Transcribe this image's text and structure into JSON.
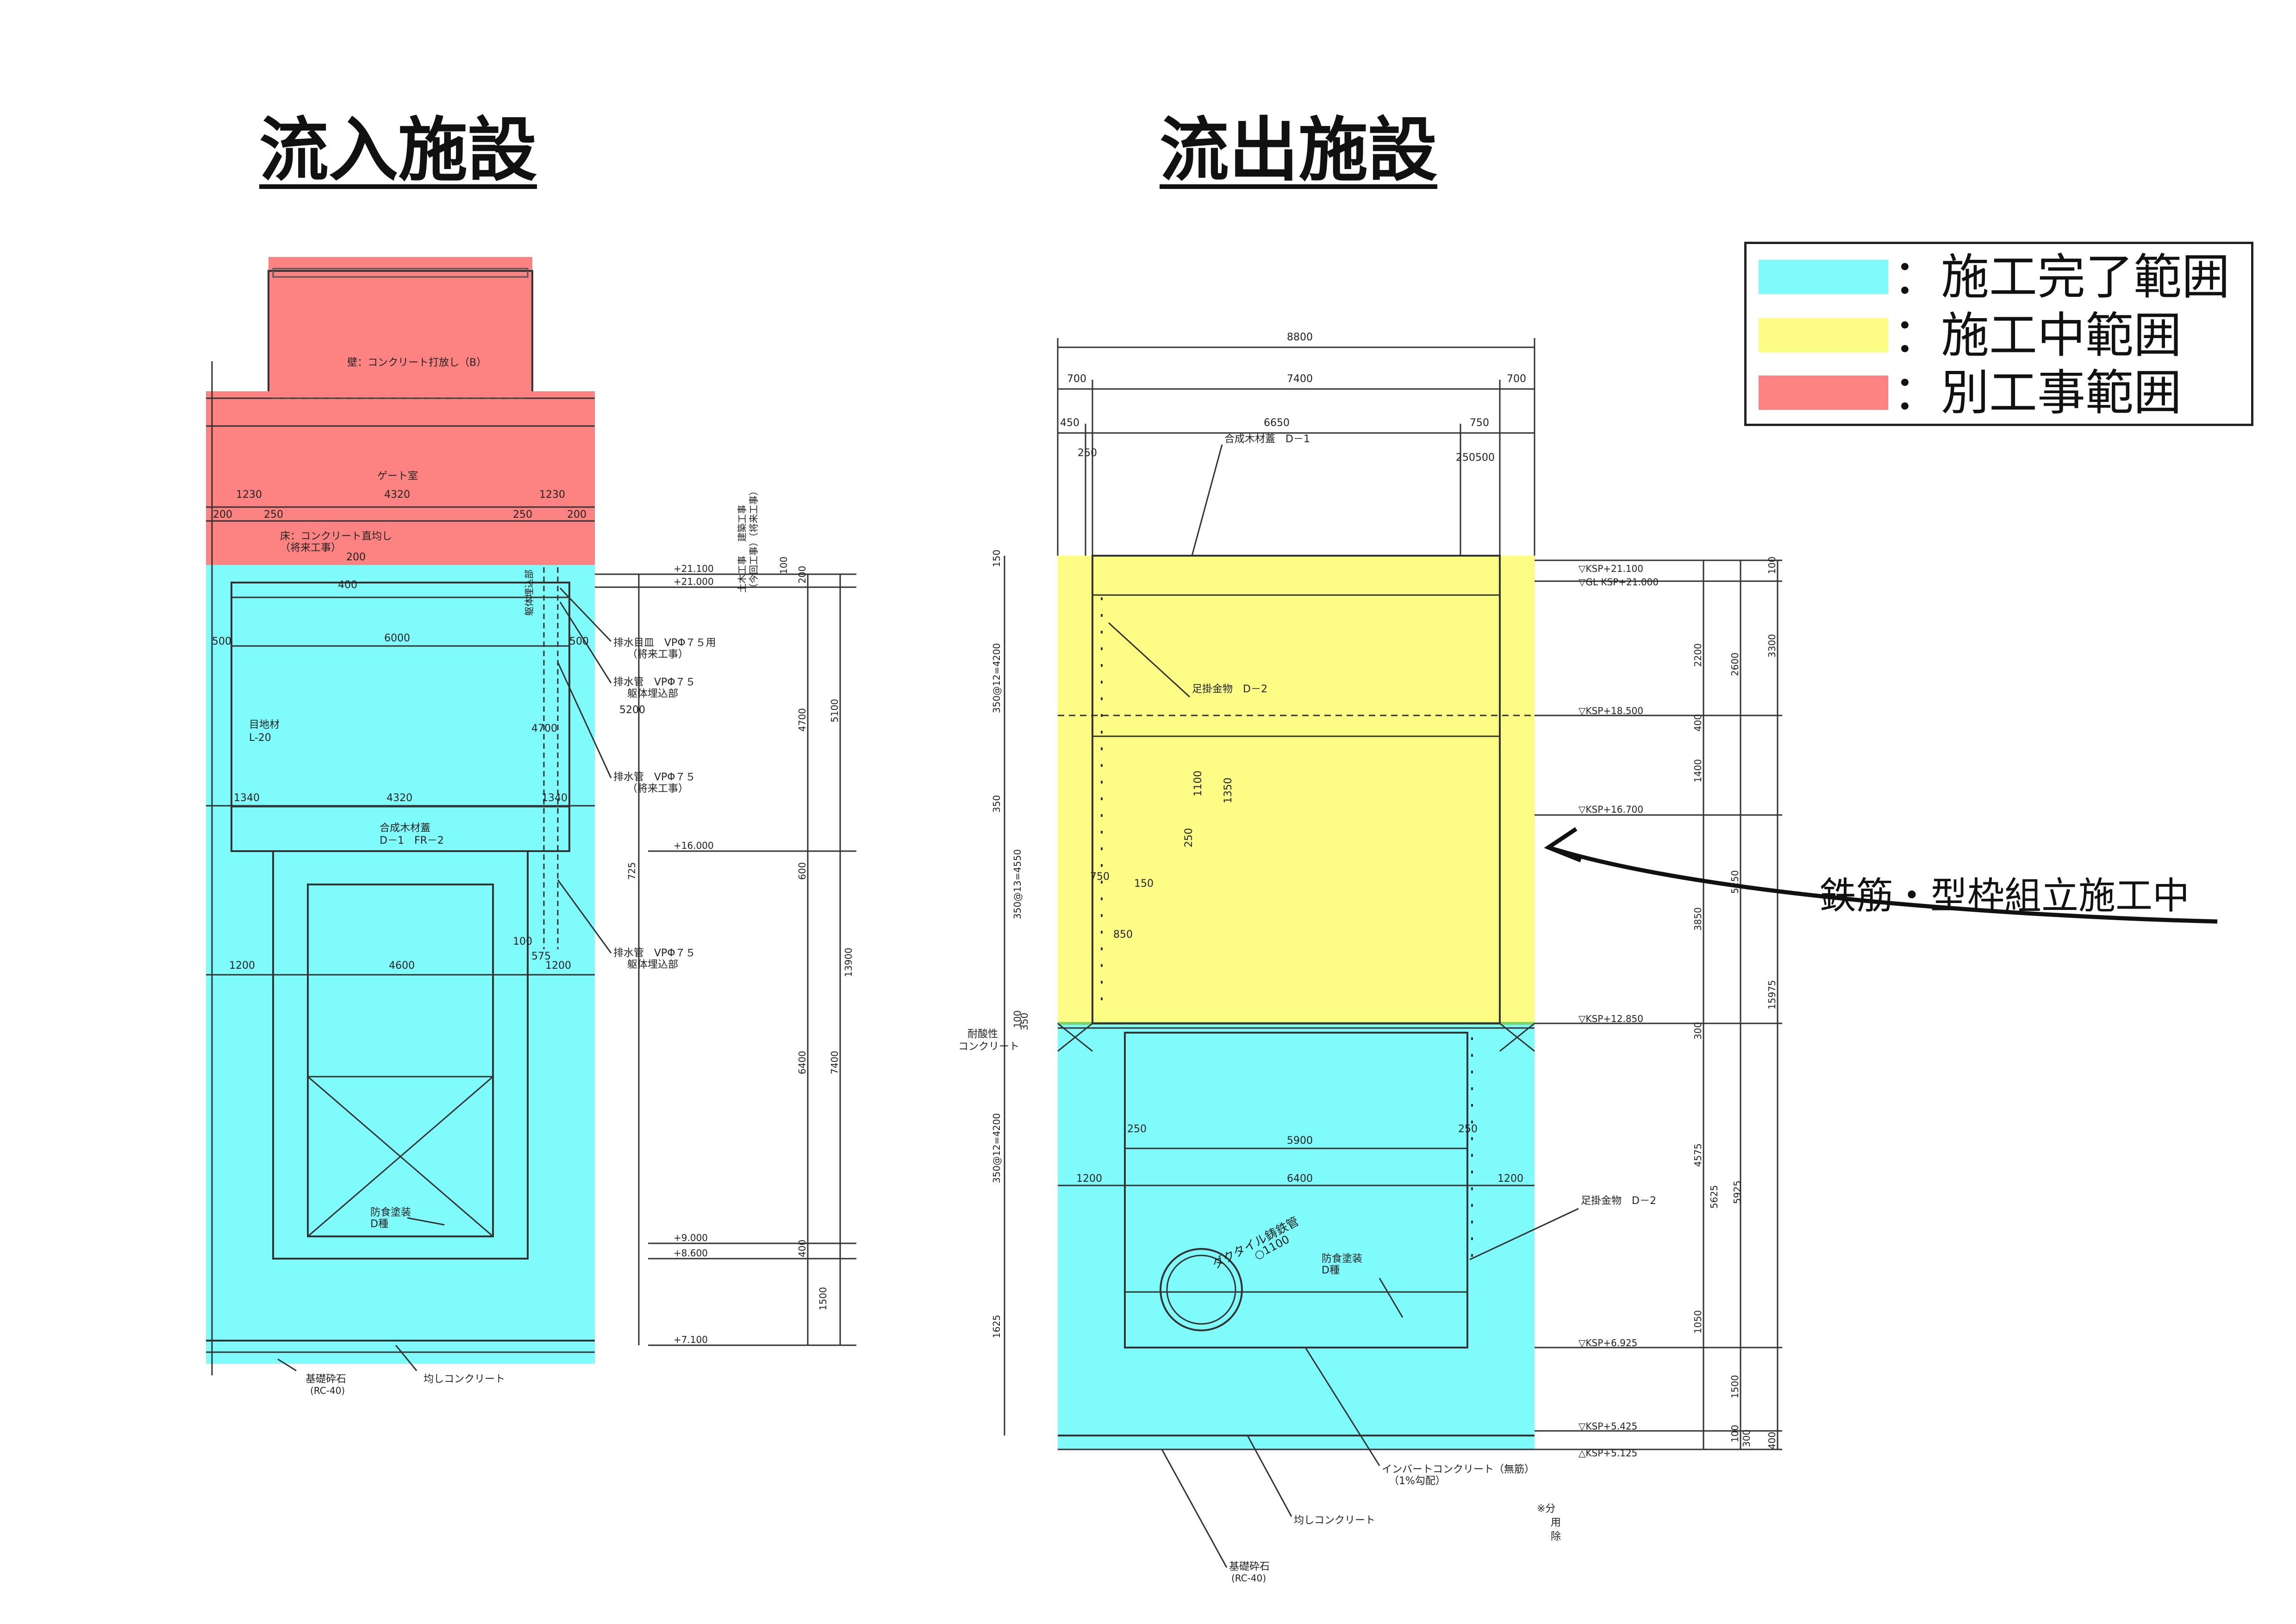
{
  "titles": {
    "inflow": "流入施設",
    "outflow": "流出施設"
  },
  "legend": [
    {
      "label": "：施工完了範囲",
      "color": "#7ffbfb"
    },
    {
      "label": "：施工中範囲",
      "color": "#fdfd85"
    },
    {
      "label": "：別工事範囲",
      "color": "#fd8383"
    }
  ],
  "callout": "鉄筋・型枠組立施工中",
  "inflow": {
    "wall_note": "壁：コンクリート打放し（B）",
    "gate_room": "ゲート室",
    "dims_top": [
      "1230",
      "4320",
      "1230"
    ],
    "dims_top2": [
      "200",
      "250",
      "250",
      "200"
    ],
    "floor_note": "床：コンクリート直均し",
    "future_work": "（将来工事）",
    "dim_6000": "6000",
    "dim_500a": "500",
    "dim_500b": "500",
    "dim_400": "400",
    "dim_200": "200",
    "dim_4700": "4700",
    "dim_5200": "5200",
    "dim_1340a": "1340",
    "dim_4320": "4320",
    "dim_1340b": "1340",
    "joint_mat": "目地材",
    "joint_mat2": "L-20",
    "lid_note": "合成木材蓋",
    "lid_code": "D－1　FR－2",
    "dim_1200a": "1200",
    "dim_4600": "4600",
    "dim_1200b": "1200",
    "dim_100": "100",
    "dim_575": "575",
    "coating": "防食塗装",
    "coating2": "D種",
    "base_stone": "基礎砕石",
    "base_stone2": "(RC-40)",
    "leveling": "均しコンクリート",
    "drain_lid": "排水目皿　VPΦ７５用",
    "drain_lid2": "（将来工事）",
    "drain_pipe1": "排水管　VPΦ７５",
    "drain_pipe1b": "躯体埋込部",
    "drain_pipe2": "排水管　VPΦ７５",
    "drain_pipe2b": "（将来工事）",
    "drain_pipe3": "排水管　VPΦ７５",
    "drain_pipe3b": "躯体埋込部",
    "embed": "躯体埋込部",
    "civil_note": "土木工事",
    "civil_note2": "（今回工事）",
    "build_note": "建築工事",
    "build_note2": "（将来工事）",
    "levels": [
      "+21.100",
      "+21.000",
      "+16.000",
      "+9.000",
      "+8.600",
      "+7.100"
    ],
    "vdims": [
      "100",
      "200",
      "4700",
      "5100",
      "600",
      "725",
      "13900",
      "6400",
      "7400",
      "400",
      "1500"
    ]
  },
  "outflow": {
    "w_total": "8800",
    "w_700a": "700",
    "w_7400": "7400",
    "w_700b": "700",
    "w_450": "450",
    "w_6650": "6650",
    "w_750": "750",
    "w_250": "250",
    "w_250500": "250500",
    "lid_note": "合成木材蓋　D－1",
    "step_note": "足掛金物　D－2",
    "step_note2": "足掛金物　D－2",
    "acid_conc": "耐酸性",
    "acid_conc2": "コンクリート",
    "d_1100": "1100",
    "d_1350": "1350",
    "d_250": "250",
    "d_750": "750",
    "d_150": "150",
    "d_850": "850",
    "d_250b": "250",
    "d_5900": "5900",
    "d_250c": "250",
    "d_1200a": "1200",
    "d_6400": "6400",
    "d_1200b": "1200",
    "pipe": "ダクタイル鋳鉄管",
    "pipe2": "○1100",
    "coating": "防食塗装",
    "coating2": "D種",
    "invert": "インバートコンクリート（無筋）",
    "invert2": "（1%勾配）",
    "leveling": "均しコンクリート",
    "base_stone": "基礎砕石",
    "base_stone2": "(RC-40)",
    "footnote": "※分",
    "footnote2": "用",
    "footnote3": "除",
    "left_dims": [
      "150",
      "350@12=4200",
      "350",
      "350@13=4550",
      "100",
      "350",
      "350@12=4200",
      "1625"
    ],
    "levels": [
      "▽KSP+21.100",
      "▽GL KSP+21.000",
      "▽KSP+18.500",
      "▽KSP+16.700",
      "▽KSP+12.850",
      "▽KSP+6.925",
      "▽KSP+5.425",
      "△KSP+5.125"
    ],
    "right_dims": [
      "2200",
      "2600",
      "3300",
      "400",
      "1400",
      "3850",
      "5250",
      "15975",
      "300",
      "4575",
      "5625",
      "5925",
      "1050",
      "1500",
      "100",
      "300",
      "400",
      "100"
    ]
  }
}
